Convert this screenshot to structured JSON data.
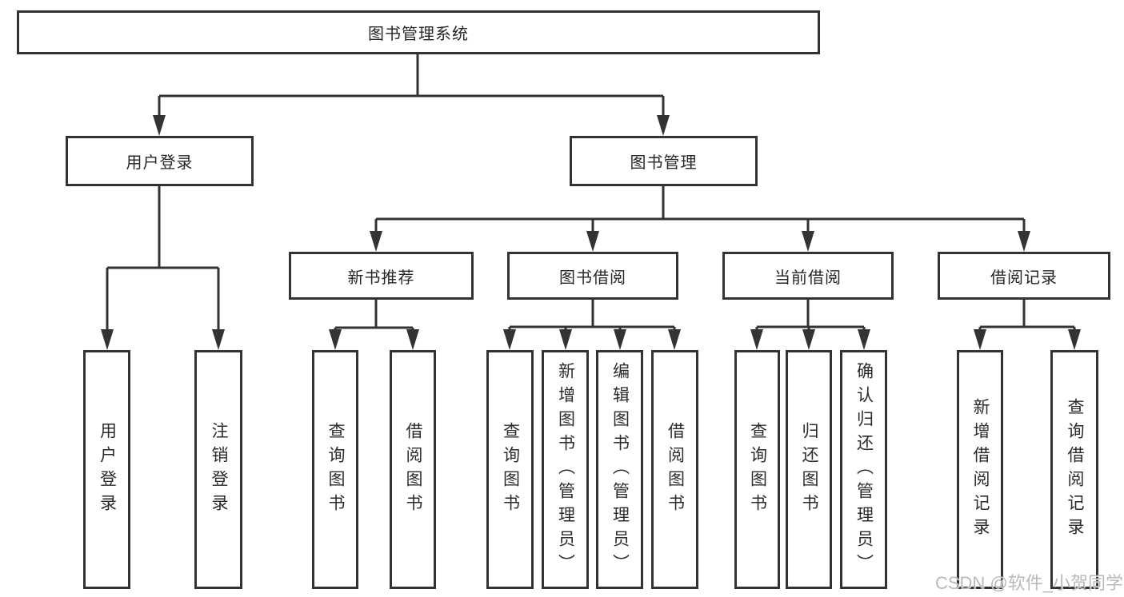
{
  "diagram": {
    "root": "图书管理系统",
    "branches": [
      {
        "label": "用户登录",
        "children": [
          "用户登录",
          "注销登录"
        ]
      },
      {
        "label": "图书管理",
        "groups": [
          {
            "label": "新书推荐",
            "children": [
              "查询图书",
              "借阅图书"
            ]
          },
          {
            "label": "图书借阅",
            "children": [
              "查询图书",
              "新增图书（管理员）",
              "编辑图书（管理员）",
              "借阅图书"
            ]
          },
          {
            "label": "当前借阅",
            "children": [
              "查询图书",
              "归还图书",
              "确认归还（管理员）"
            ]
          },
          {
            "label": "借阅记录",
            "children": [
              "新增借阅记录",
              "查询借阅记录"
            ]
          }
        ]
      }
    ]
  },
  "watermark": {
    "text": "CSDN @软件_小贺同学"
  },
  "colors": {
    "line": "#333333",
    "box_border": "#333333",
    "text": "#262626",
    "watermark": "#b9b9b9",
    "background": "#ffffff"
  }
}
